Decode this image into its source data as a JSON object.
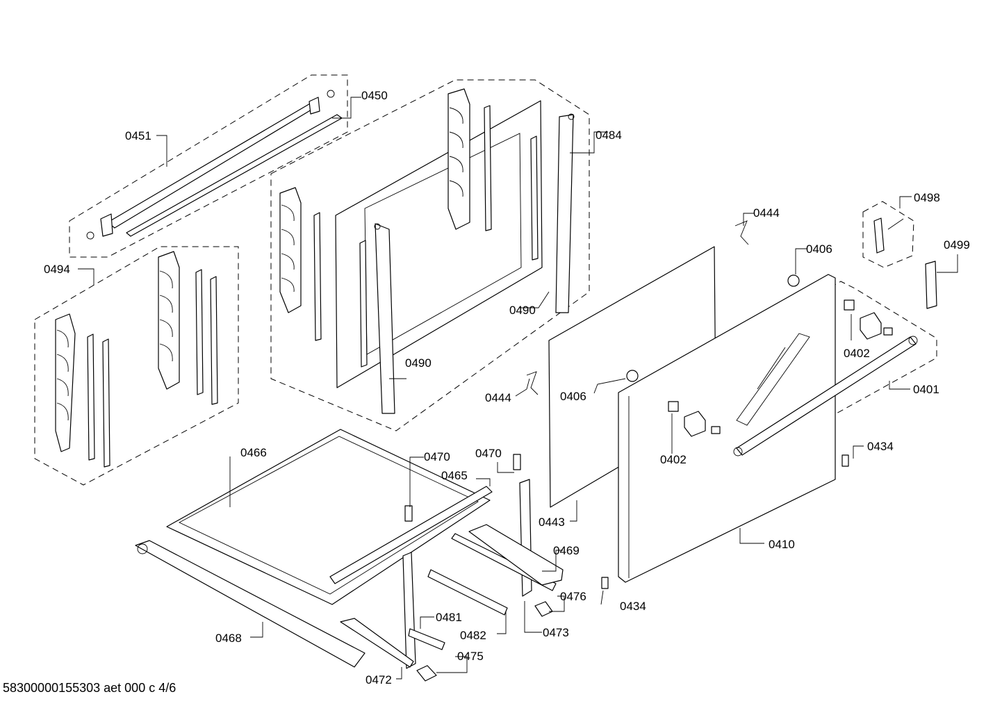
{
  "colors": {
    "line": "#000000",
    "background": "#ffffff"
  },
  "labels": {
    "p0451": "0451",
    "p0450": "0450",
    "p0484": "0484",
    "p0494": "0494",
    "p0490_right": "0490",
    "p0490_left": "0490",
    "p0444_top": "0444",
    "p0444_left": "0444",
    "p0498": "0498",
    "p0499": "0499",
    "p0406_right": "0406",
    "p0406_left": "0406",
    "p0402_right": "0402",
    "p0402_left": "0402",
    "p0401": "0401",
    "p0434_right": "0434",
    "p0434_bottom": "0434",
    "p0466": "0466",
    "p0470_left": "0470",
    "p0470_right": "0470",
    "p0465": "0465",
    "p0443": "0443",
    "p0410": "0410",
    "p0469": "0469",
    "p0476": "0476",
    "p0481": "0481",
    "p0482": "0482",
    "p0473": "0473",
    "p0468": "0468",
    "p0475": "0475",
    "p0472": "0472"
  },
  "footer": "58300000155303 aet 000 c 4/6"
}
